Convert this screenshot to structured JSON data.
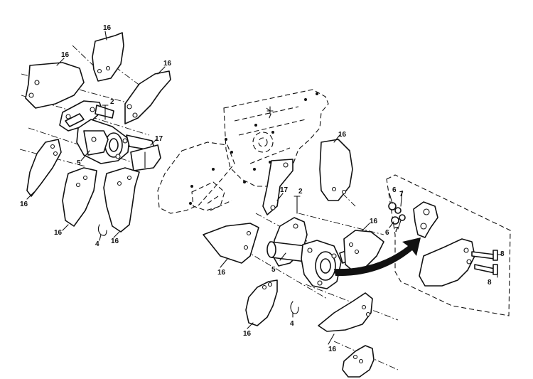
{
  "callouts": {
    "tine_16": "16",
    "clip_pin_2": "2",
    "hairpin_4": "4",
    "shaft_collar_5": "5",
    "locknut_6": "6",
    "washer_7": "7",
    "bolt_8": "8",
    "tine_holder_17": "17"
  }
}
